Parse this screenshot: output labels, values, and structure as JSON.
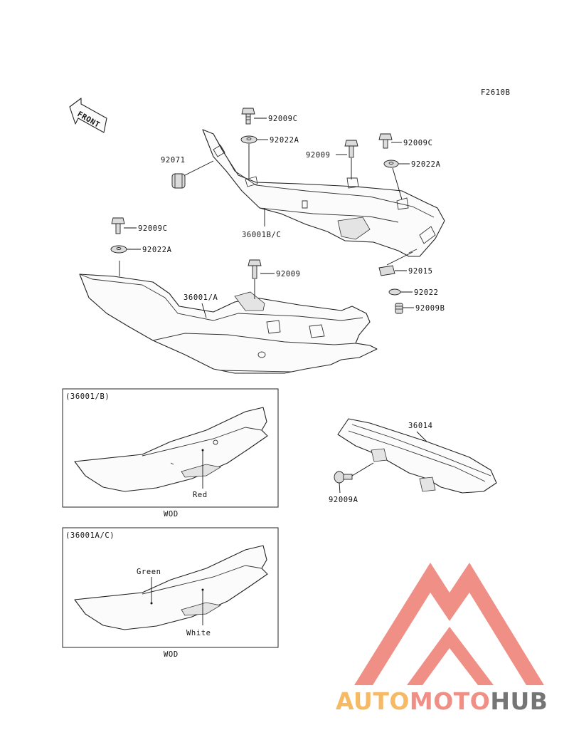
{
  "figure_code": "F2610B",
  "front_label": "FRONT",
  "parts": {
    "bolt_top": "92009C",
    "washer_top": "92022A",
    "grommet": "92071",
    "bolt_center": "92009",
    "bolt_right": "92009C",
    "washer_right": "92022A",
    "cover_upper": "36001B/C",
    "bolt_left": "92009C",
    "washer_left": "92022A",
    "bolt_lower": "92009",
    "cover_lower": "36001/A",
    "nut_clip": "92015",
    "washer_small": "92022",
    "screw": "92009B",
    "rail": "36014",
    "rivet": "92009A"
  },
  "inset_b": {
    "title": "(36001/B)",
    "color_label": "Red",
    "caption": "WOD"
  },
  "inset_ac": {
    "title": "(36001A/C)",
    "color_label_1": "Green",
    "color_label_2": "White",
    "caption": "WOD"
  },
  "watermark": {
    "part1": "AUTO",
    "part2": "MOTO",
    "part3": "HUB"
  },
  "colors": {
    "wm_red": "#f08a80",
    "wm_orange": "#f6b75c",
    "wm_gray": "#6e6e6e"
  }
}
